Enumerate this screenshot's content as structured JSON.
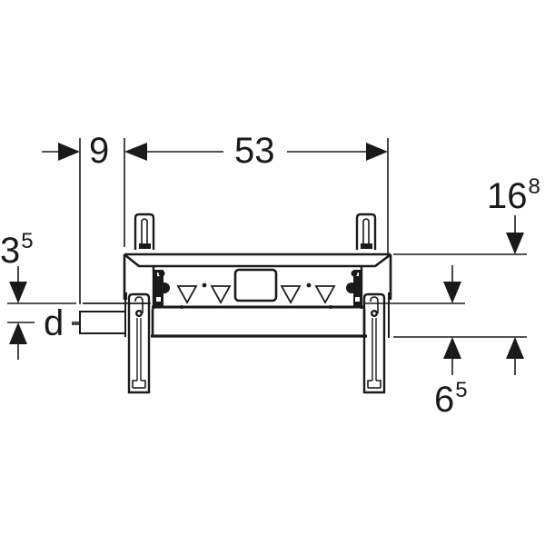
{
  "diagram": {
    "type": "technical dimension drawing",
    "subject": "installation frame front elevation",
    "line_color": "#1a1a1a",
    "background": "#ffffff"
  },
  "dimensions": {
    "offset_left": {
      "main": "9",
      "sup": ""
    },
    "frame_width": {
      "main": "53",
      "sup": ""
    },
    "top_height": {
      "main": "16",
      "sup": "8"
    },
    "left_height": {
      "main": "3",
      "sup": "5"
    },
    "pipe_diameter": {
      "main": "d",
      "sup": ""
    },
    "bottom_height": {
      "main": "6",
      "sup": "5"
    }
  }
}
